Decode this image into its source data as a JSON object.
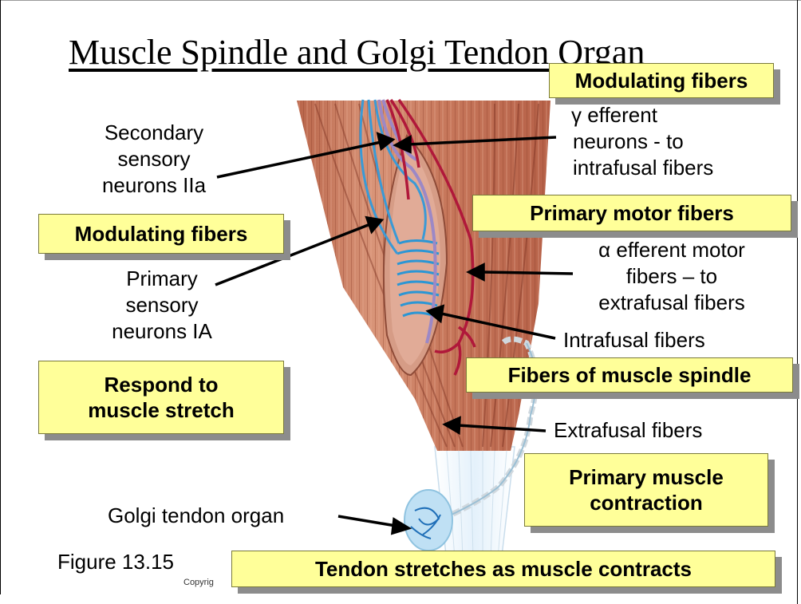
{
  "title": "Muscle Spindle and Golgi Tendon Organ",
  "figure_label": "Figure 13.15",
  "copyright_fragment": "Copyrig",
  "labels": {
    "secondary_sensory": [
      "Secondary",
      "sensory",
      "neurons IIa"
    ],
    "primary_sensory": [
      "Primary",
      "sensory",
      "neurons IA"
    ],
    "gamma_efferent": [
      "γ efferent",
      "neurons - to",
      "intrafusal fibers"
    ],
    "alpha_efferent": [
      "α efferent motor",
      "fibers – to",
      "extrafusal fibers"
    ],
    "intrafusal": "Intrafusal fibers",
    "extrafusal": "Extrafusal fibers",
    "golgi": "Golgi tendon organ"
  },
  "boxes": {
    "modulating_top": [
      "Modulating fibers"
    ],
    "modulating_left": [
      "Modulating fibers"
    ],
    "primary_motor": [
      "Primary motor fibers"
    ],
    "respond_stretch": [
      "Respond to",
      "muscle stretch"
    ],
    "spindle_fibers": [
      "Fibers of muscle spindle"
    ],
    "primary_contraction": [
      "Primary muscle",
      "contraction"
    ],
    "tendon_stretches": [
      "Tendon stretches as muscle contracts"
    ]
  },
  "colors": {
    "callout_fill": "#ffff99",
    "muscle": "#c8775a",
    "sensory_nerve": "#3a9ad6",
    "motor_nerve": "#b0183a",
    "tendon": "#dfeef8"
  }
}
